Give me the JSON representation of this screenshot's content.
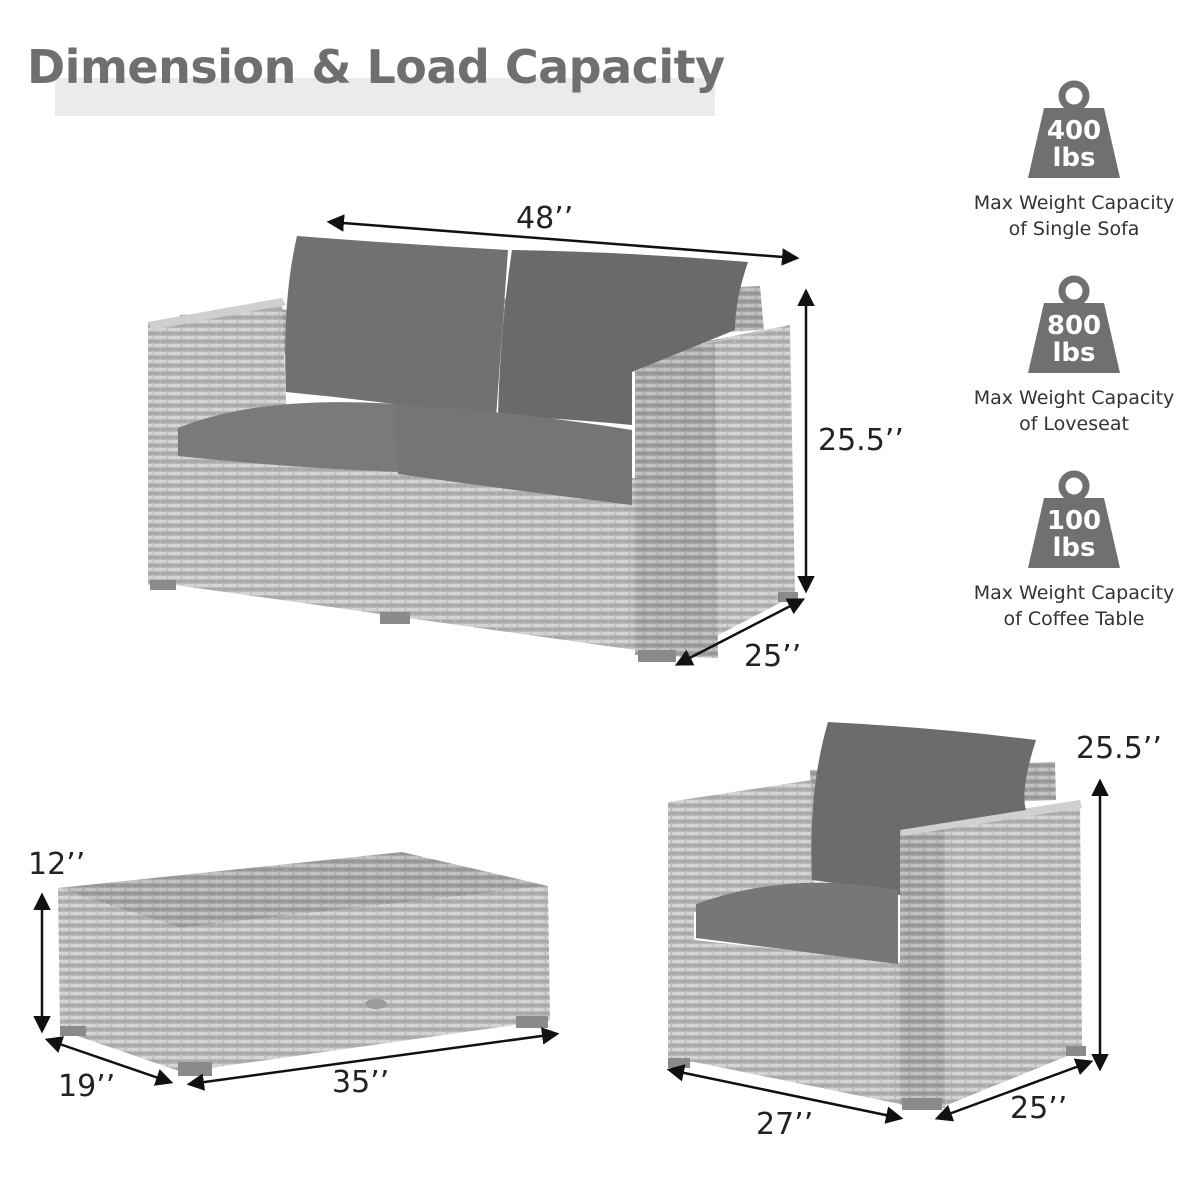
{
  "title": "Dimension & Load Capacity",
  "colors": {
    "title": "#6f6f6f",
    "weight_badge": "#707070",
    "wicker": "#b8b8b8",
    "cushion": "#6e6e6e"
  },
  "loveseat": {
    "width": "48’’",
    "height": "25.5’’",
    "depth": "25’’"
  },
  "coffee_table": {
    "height": "12’’",
    "depth": "19’’",
    "width": "35’’"
  },
  "single_sofa": {
    "height": "25.5’’",
    "width": "27’’",
    "depth": "25’’"
  },
  "capacities": [
    {
      "icon": "weight-icon",
      "value": "400",
      "unit": "lbs",
      "line1": "Max Weight Capacity",
      "line2": "of Single Sofa"
    },
    {
      "icon": "weight-icon",
      "value": "800",
      "unit": "lbs",
      "line1": "Max Weight Capacity",
      "line2": "of Loveseat"
    },
    {
      "icon": "weight-icon",
      "value": "100",
      "unit": "lbs",
      "line1": "Max Weight Capacity",
      "line2": "of Coffee Table"
    }
  ]
}
